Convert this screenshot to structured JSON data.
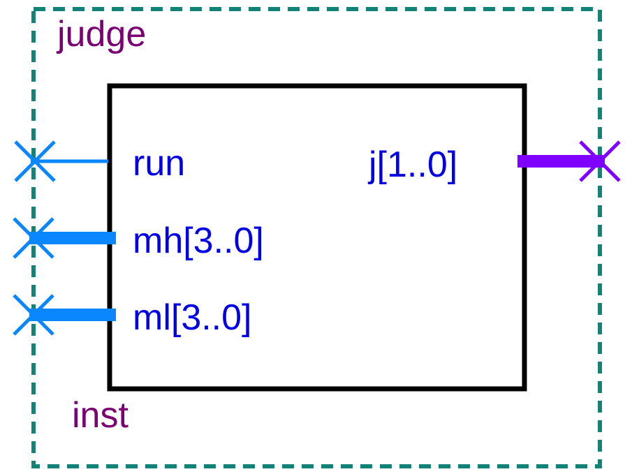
{
  "symbol": {
    "name": "judge",
    "instance": "inst",
    "ports": {
      "run": "run",
      "mh": "mh[3..0]",
      "ml": "ml[3..0]",
      "j": "j[1..0]"
    }
  },
  "colors": {
    "frame": "#148277",
    "block_label": "#7a0073",
    "body": "#000000",
    "port_text": "#0000e6",
    "input_wire": "#0a86ff",
    "output_wire": "#8000ff"
  }
}
